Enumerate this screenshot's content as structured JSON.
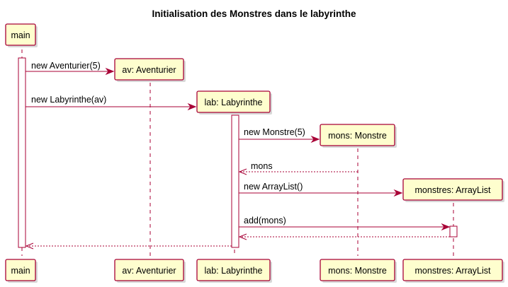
{
  "title": "Initialisation des Monstres dans le labyrinthe",
  "participants": [
    {
      "id": "main",
      "label": "main"
    },
    {
      "id": "av",
      "label": "av: Aventurier"
    },
    {
      "id": "lab",
      "label": "lab: Labyrinthe"
    },
    {
      "id": "mons",
      "label": "mons: Monstre"
    },
    {
      "id": "monstres",
      "label": "monstres: ArrayList"
    }
  ],
  "messages": [
    {
      "from": "main",
      "to": "av",
      "label": "new Aventurier(5)",
      "kind": "create"
    },
    {
      "from": "main",
      "to": "lab",
      "label": "new Labyrinthe(av)",
      "kind": "create"
    },
    {
      "from": "lab",
      "to": "mons",
      "label": "new Monstre(5)",
      "kind": "create"
    },
    {
      "from": "mons",
      "to": "lab",
      "label": "mons",
      "kind": "return"
    },
    {
      "from": "lab",
      "to": "monstres",
      "label": "new ArrayList()",
      "kind": "create"
    },
    {
      "from": "lab",
      "to": "monstres",
      "label": "add(mons)",
      "kind": "call"
    },
    {
      "from": "monstres",
      "to": "lab",
      "label": "",
      "kind": "return"
    },
    {
      "from": "lab",
      "to": "main",
      "label": "",
      "kind": "return"
    }
  ],
  "colors": {
    "border": "#A80036",
    "fill": "#FEFECE",
    "arrow": "#A80036"
  }
}
